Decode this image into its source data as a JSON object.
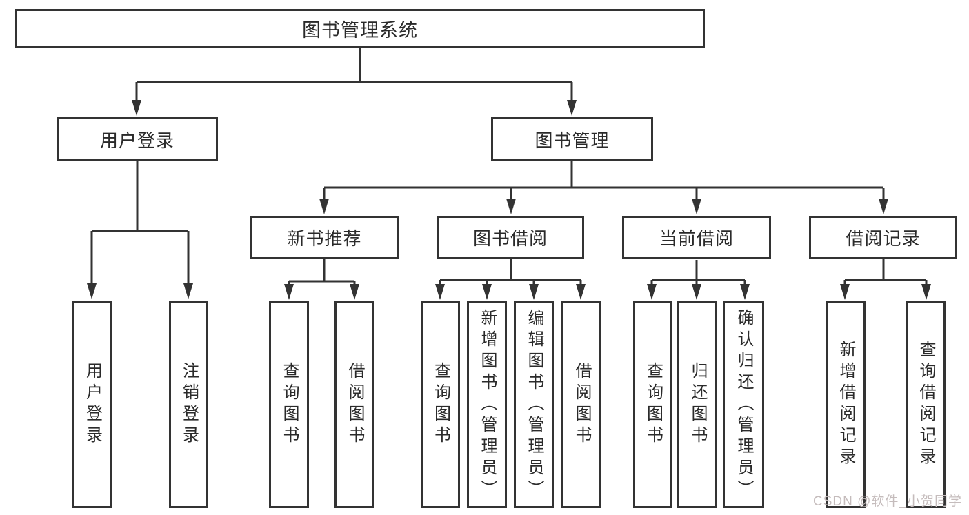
{
  "colors": {
    "border": "#333333",
    "line": "#333333",
    "text": "#2a2a2a",
    "fill": "#ffffff",
    "background": "#ffffff",
    "watermark": "#c5bcbc"
  },
  "root": {
    "label": "图书管理系统"
  },
  "level2": {
    "user_login": {
      "label": "用户登录"
    },
    "book_management": {
      "label": "图书管理"
    }
  },
  "level3": {
    "new_book": {
      "label": "新书推荐"
    },
    "book_borrow": {
      "label": "图书借阅"
    },
    "current_borrow": {
      "label": "当前借阅"
    },
    "borrow_record": {
      "label": "借阅记录"
    }
  },
  "leaves": {
    "user_login": [
      "用户登录",
      "注销登录"
    ],
    "new_book": [
      "查询图书",
      "借阅图书"
    ],
    "book_borrow": [
      "查询图书",
      "新增图书（管理员）",
      "编辑图书（管理员）",
      "借阅图书"
    ],
    "current_borrow": [
      "查询图书",
      "归还图书",
      "确认归还（管理员）"
    ],
    "borrow_record": [
      "新增借阅记录",
      "查询借阅记录"
    ]
  },
  "watermark": {
    "text": "CSDN @软件_小贺同学"
  }
}
